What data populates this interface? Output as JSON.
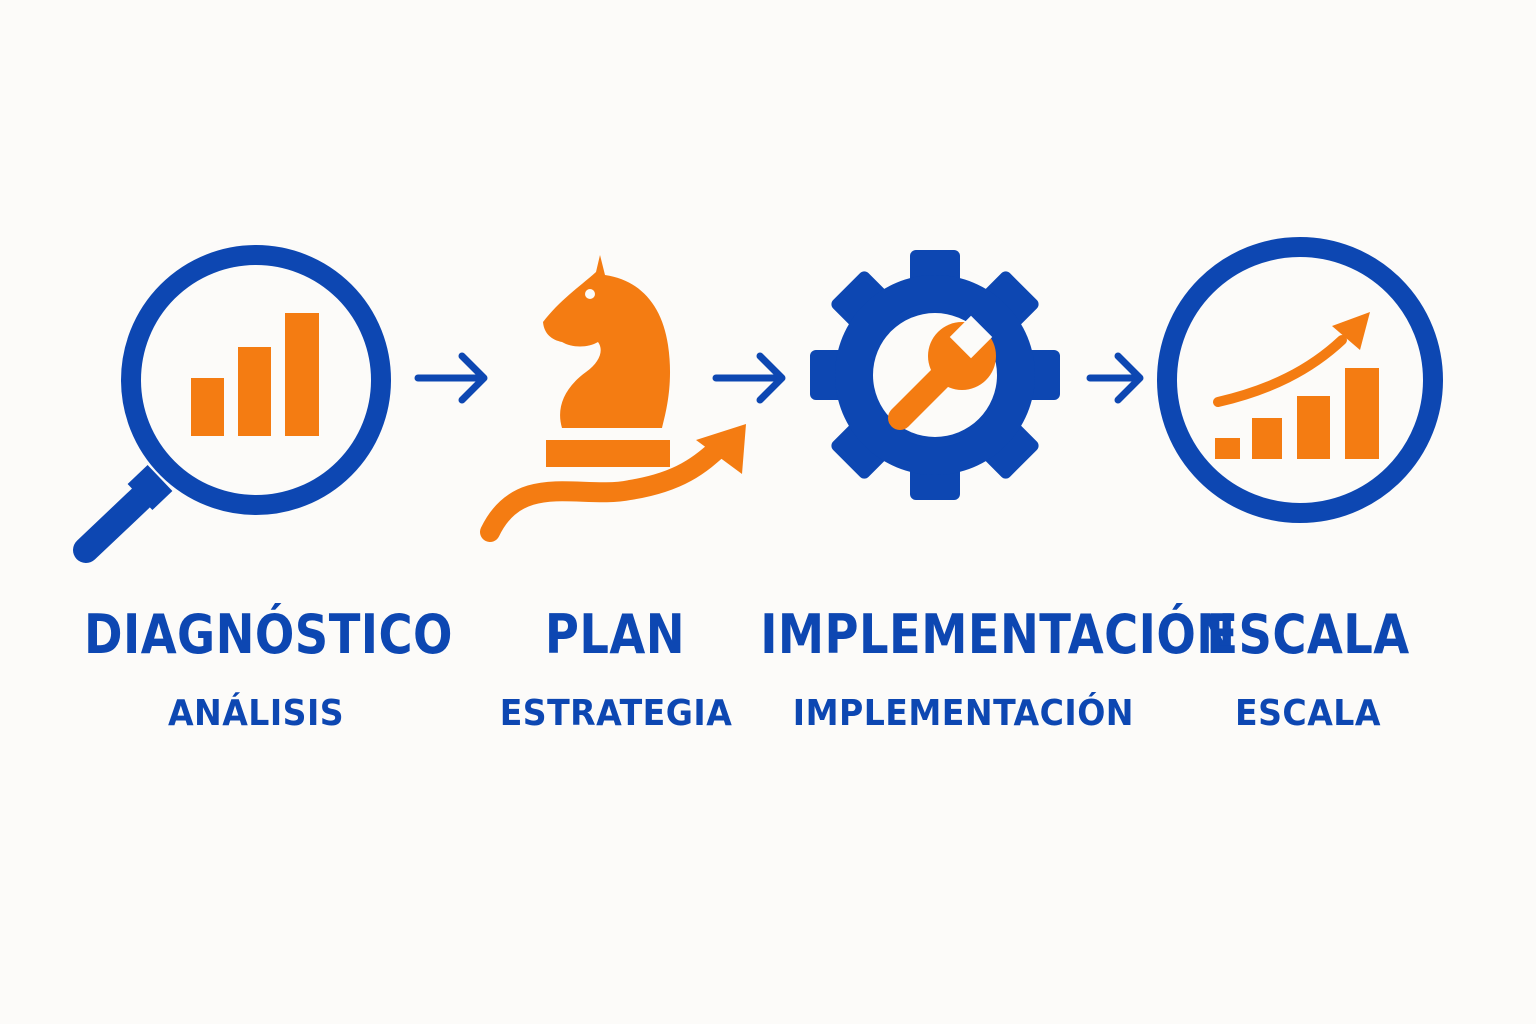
{
  "colors": {
    "primary": "#0d47b2",
    "accent": "#f47c12",
    "background": "#fcfbf9"
  },
  "steps": [
    {
      "title": "DIAGNÓSTICO",
      "subtitle": "ANÁLISIS",
      "icon": "magnifier-bar-chart-icon"
    },
    {
      "title": "PLAN",
      "subtitle": "ESTRATEGIA",
      "icon": "chess-knight-arrow-icon"
    },
    {
      "title": "IMPLEMENTACIÓN",
      "subtitle": "IMPLEMENTACIÓN",
      "icon": "gear-wrench-icon"
    },
    {
      "title": "ESCALA",
      "subtitle": "ESCALA",
      "icon": "growth-chart-circle-icon"
    }
  ],
  "connectors": [
    "arrow-right-icon",
    "arrow-right-icon",
    "arrow-right-icon"
  ]
}
